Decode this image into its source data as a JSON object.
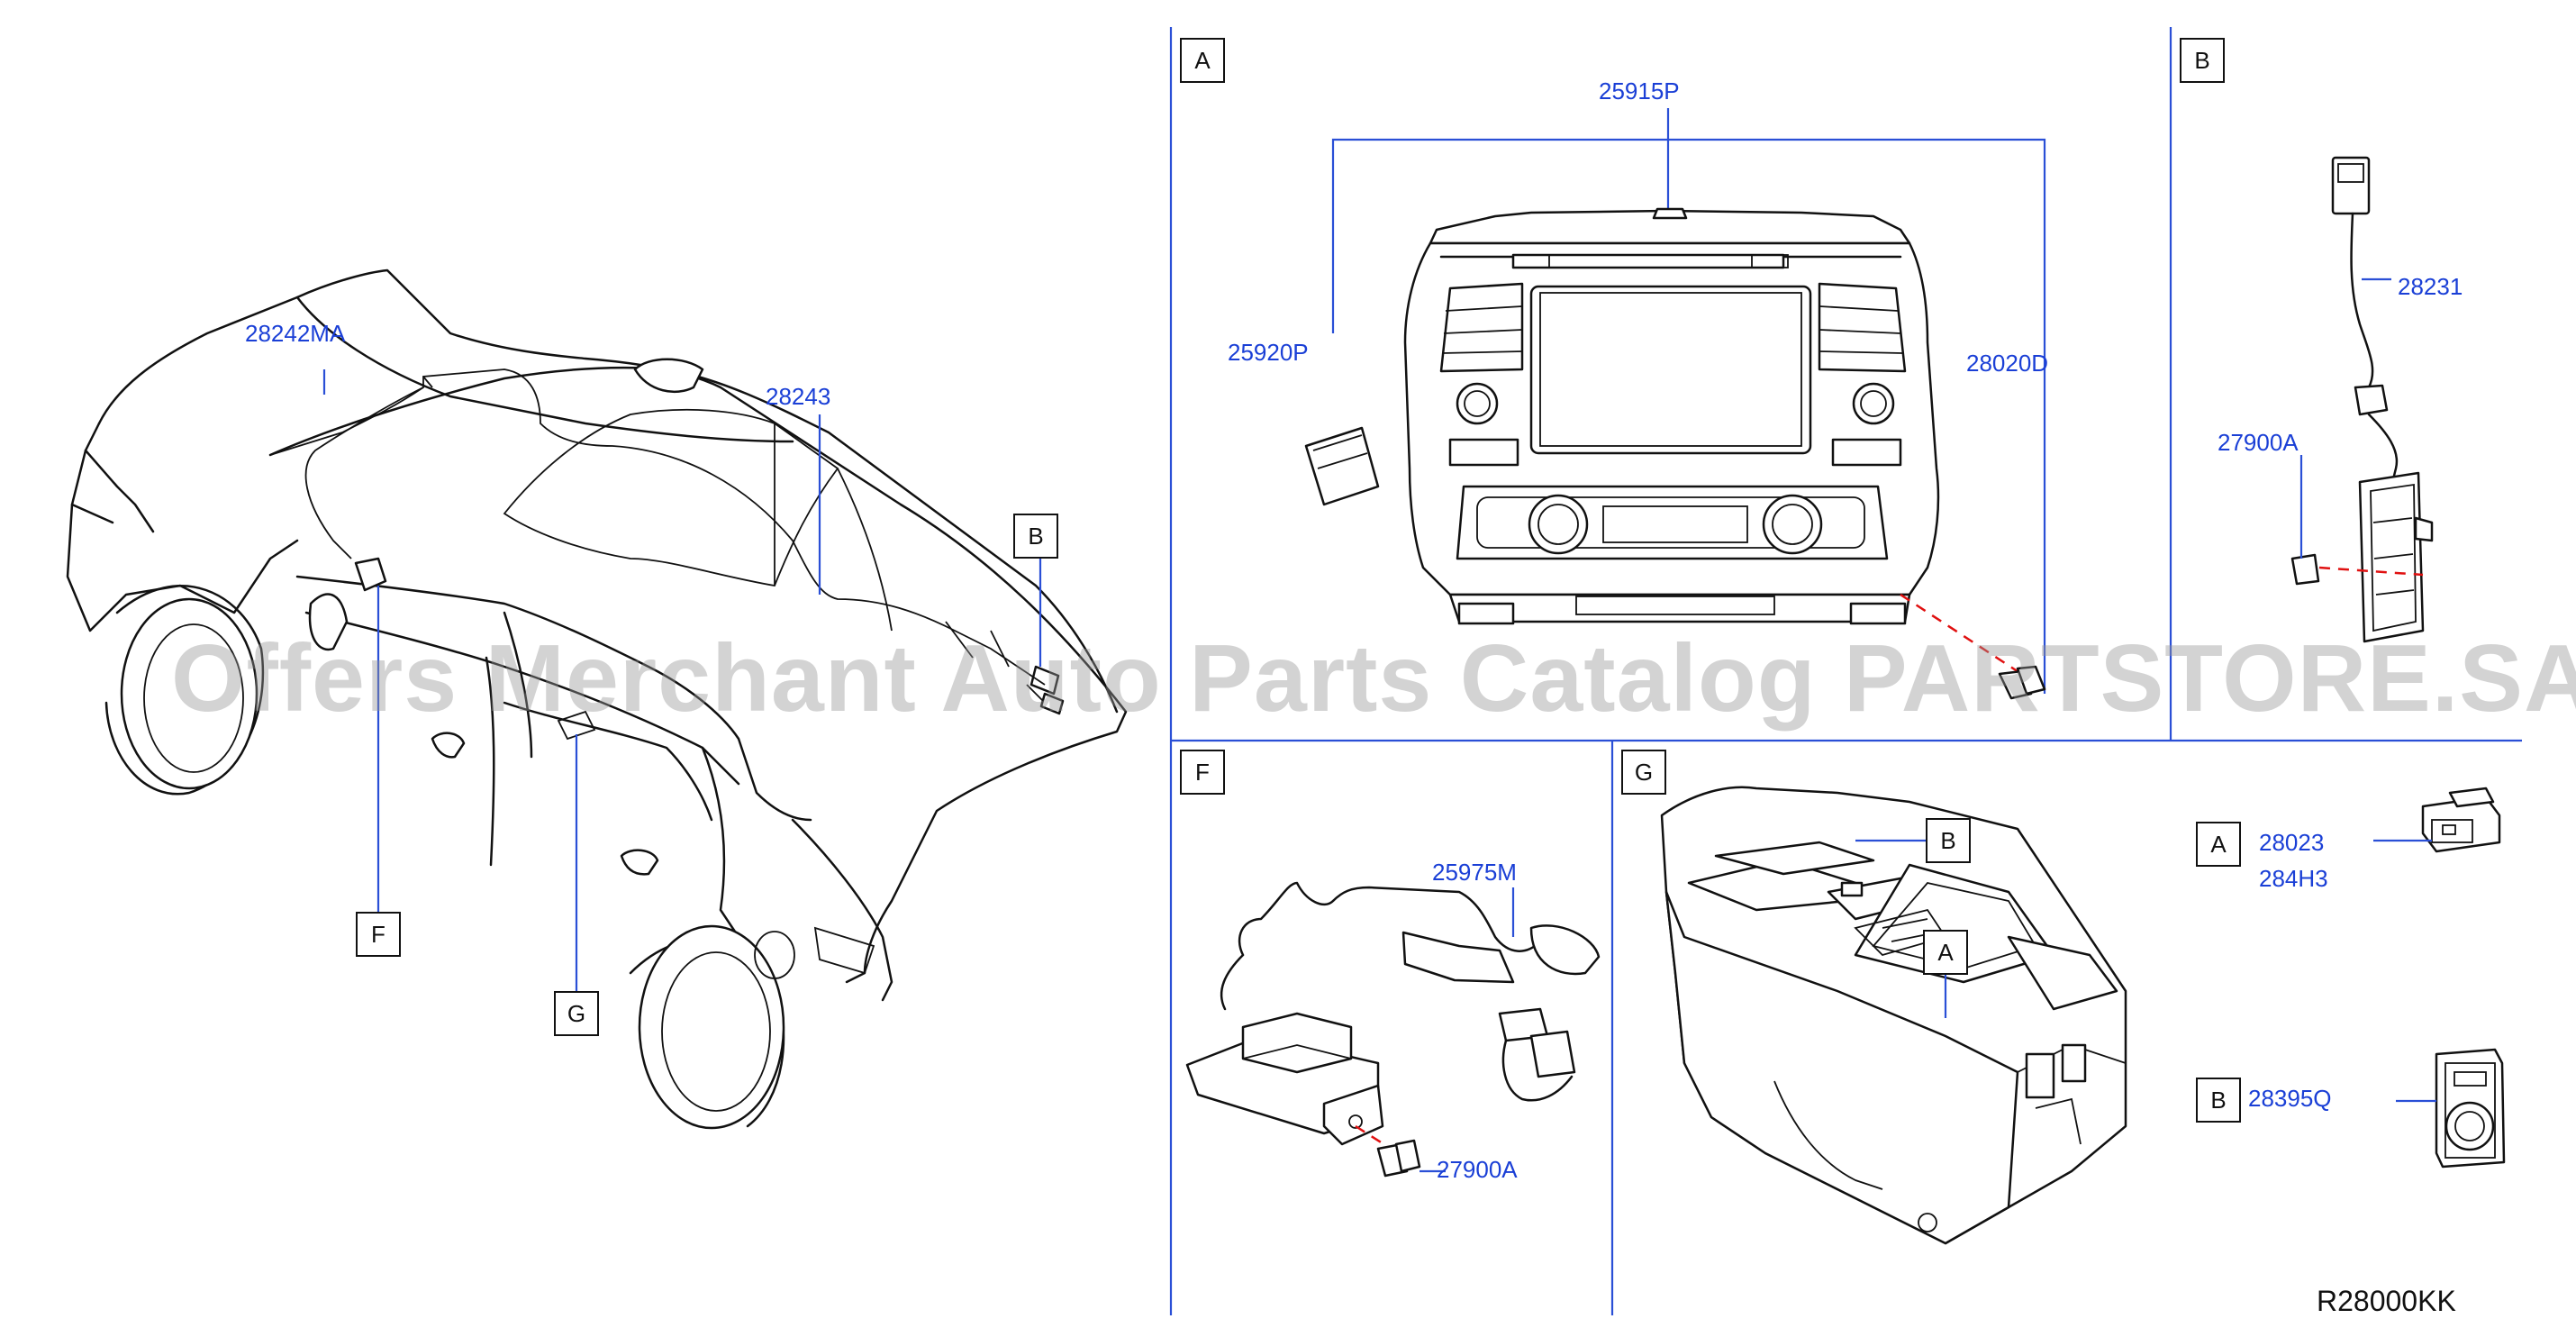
{
  "diagram": {
    "section_tags": {
      "a": "A",
      "b": "B",
      "f": "F",
      "g": "G"
    },
    "vehicle_tags": {
      "b": "B",
      "f": "F",
      "g": "G"
    },
    "console_tags": {
      "a": "A",
      "b": "B"
    },
    "switch_tags": {
      "a": "A",
      "b": "B"
    },
    "part_numbers": {
      "p28242ma": "28242MA",
      "p28243": "28243",
      "p25915p": "25915P",
      "p25920p": "25920P",
      "p28020d": "28020D",
      "p28231": "28231",
      "p27900a_b": "27900A",
      "p25975m": "25975M",
      "p27900a_f": "27900A",
      "p28023": "28023",
      "p284h3": "284H3",
      "p28395q": "28395Q"
    },
    "reference_code": "R28000KK"
  },
  "watermark": "Offers Merchant Auto Parts Catalog PARTSTORE.SA",
  "colors": {
    "callout": "#1a3fd6",
    "leader": "#2a4fd6",
    "line_art": "#111111",
    "dashed_fastener": "#e01010",
    "watermark": "#969696"
  }
}
